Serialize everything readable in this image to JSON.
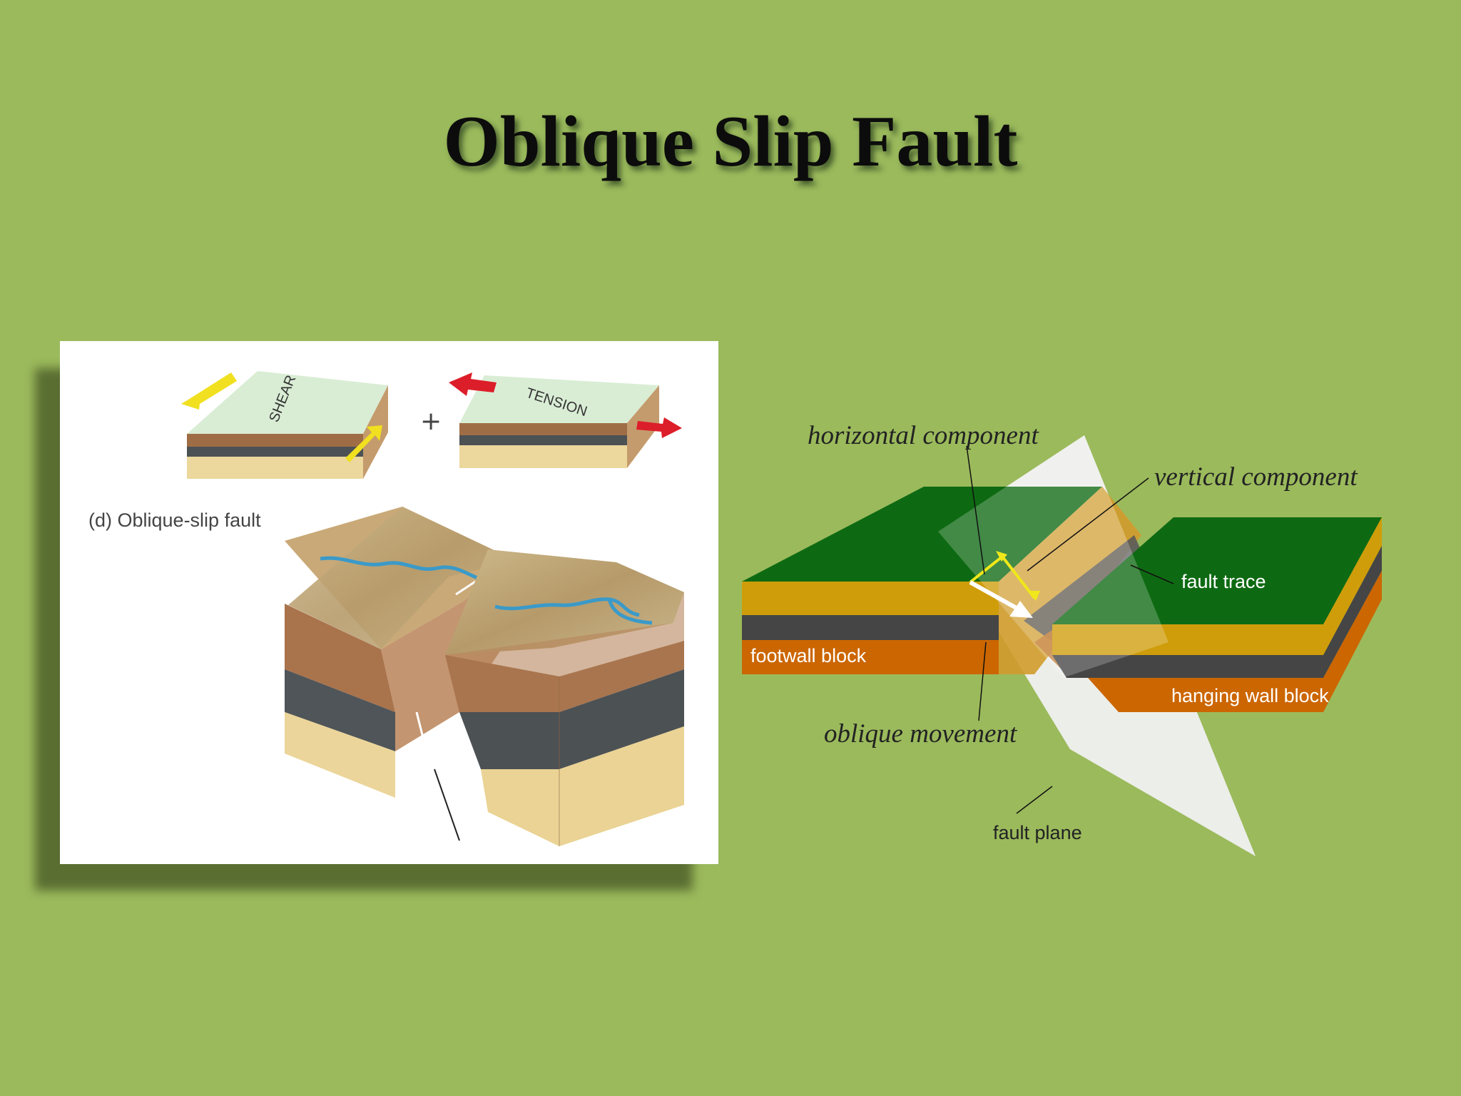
{
  "slide": {
    "title": "Oblique Slip Fault",
    "background": "#9bba5c"
  },
  "left_figure": {
    "shear_label": "SHEAR",
    "plus_sign": "+",
    "tension_label": "TENSION",
    "caption": "(d) Oblique-slip fault",
    "colors": {
      "sand": "#ecd79d",
      "brown": "#a5704a",
      "shale": "#4c5154",
      "river": "#4aa3cd",
      "shear_arrow": "#f0e020",
      "tension_arrow": "#dc1e2a"
    }
  },
  "right_figure": {
    "horizontal_component": "horizontal component",
    "vertical_component": "vertical component",
    "fault_trace": "fault trace",
    "footwall_block": "footwall block",
    "hanging_wall_block": "hanging wall block",
    "oblique_movement": "oblique movement",
    "fault_plane": "fault plane",
    "colors": {
      "surface": "#0e6a12",
      "layer1": "#cf9d0a",
      "layer2": "#454545",
      "layer3": "#cc6600",
      "plane": "#f0f0f0"
    }
  }
}
